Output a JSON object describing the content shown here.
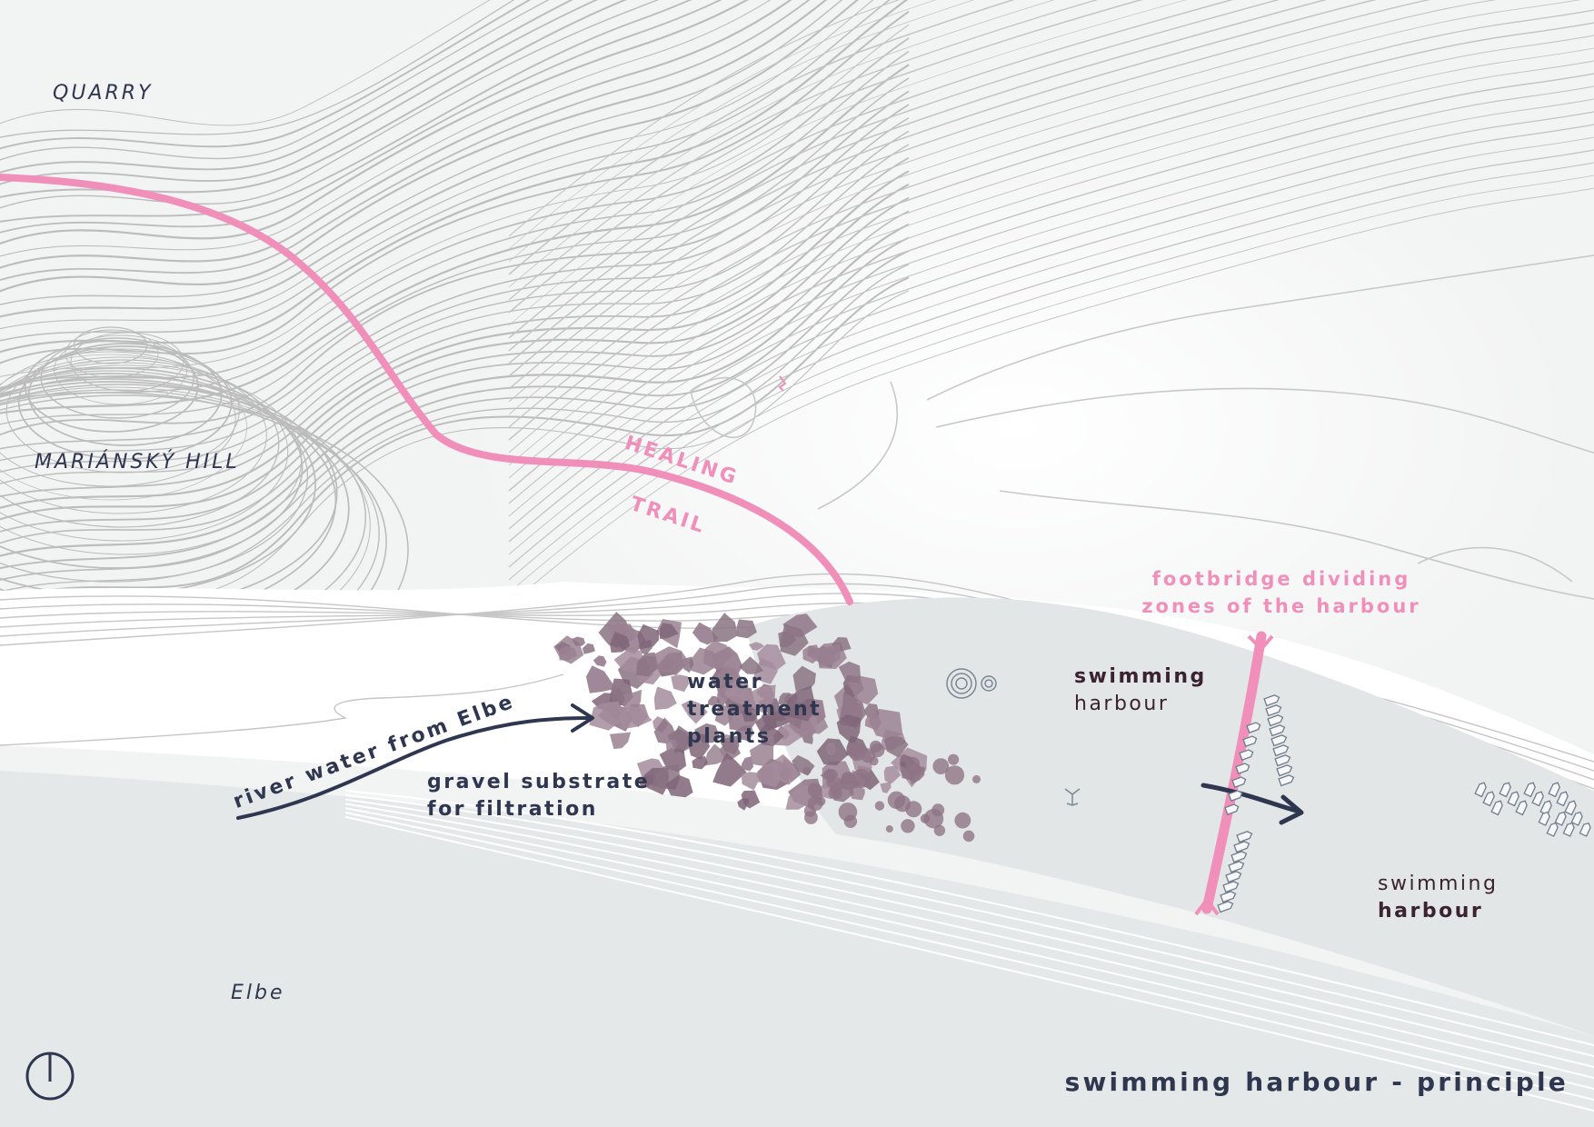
{
  "map": {
    "places": {
      "quarry": "QUARRY",
      "hill": "MARIÁNSKÝ HILL",
      "river": "Elbe"
    },
    "trail": {
      "line1": "HEALING",
      "line2": "TRAIL"
    },
    "annotations": {
      "river_water": "river water from Elbe",
      "gravel_line1": "gravel substrate",
      "gravel_line2": "for filtration",
      "plants_line1": "water",
      "plants_line2": "treatment",
      "plants_line3": "plants",
      "footbridge_line1": "footbridge dividing",
      "footbridge_line2": "zones of the harbour",
      "harbour_a_word1": "swimming",
      "harbour_a_word2": "harbour",
      "harbour_b_word1": "swimming",
      "harbour_b_word2": "harbour"
    },
    "title": "swimming harbour - principle",
    "colors": {
      "trail": "#f08fba",
      "arrow": "#2f3650",
      "label_text": "#2f3650",
      "harbour_text": "#3b2230",
      "contour": "#b8b8b8",
      "water": "#e3e6e6",
      "plants": "#8e7486"
    },
    "icons": {
      "north": "north-arrow-icon"
    }
  }
}
